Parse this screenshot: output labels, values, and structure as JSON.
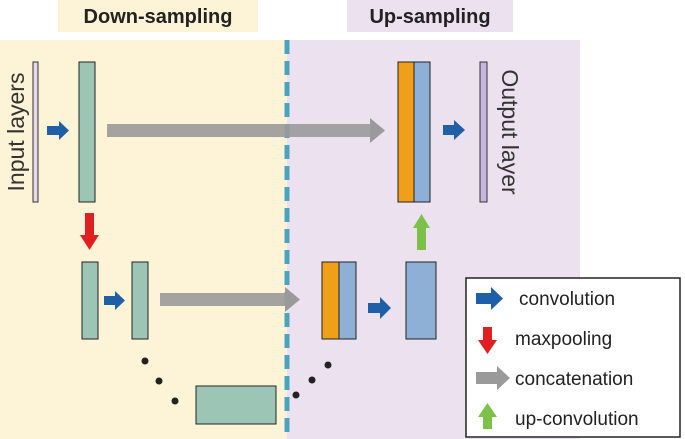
{
  "headers": {
    "down": "Down-sampling",
    "up": "Up-sampling"
  },
  "labels": {
    "input": "Input layers",
    "output": "Output layer"
  },
  "legend": [
    {
      "key": "convolution",
      "label": "convolution",
      "icon": "arrow-right-icon",
      "color": "#1f5fa8"
    },
    {
      "key": "maxpooling",
      "label": "maxpooling",
      "icon": "arrow-down-icon",
      "color": "#e02020"
    },
    {
      "key": "concatenation",
      "label": "concatenation",
      "icon": "arrow-right-icon",
      "color": "#9a9a9a"
    },
    {
      "key": "up-convolution",
      "label": "up-convolution",
      "icon": "arrow-up-icon",
      "color": "#7cc24a"
    }
  ],
  "colors": {
    "down_bg": "#fdf3d6",
    "up_bg": "#ece1ef",
    "teal_block": "#9cc5b6",
    "blue_block": "#8fb0d6",
    "orange_block": "#f0a018",
    "purple_layer": "#c5b6dc",
    "divider": "#4aa3c0"
  }
}
